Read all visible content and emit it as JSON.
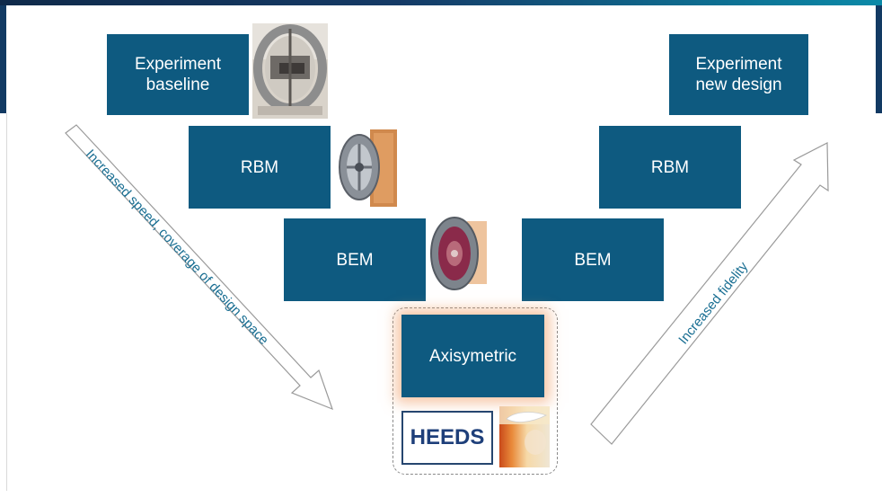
{
  "boxes": {
    "exp_baseline": "Experiment\nbaseline",
    "rbm_left": "RBM",
    "bem_left": "BEM",
    "axisymmetric": "Axisymetric",
    "bem_right": "BEM",
    "rbm_right": "RBM",
    "exp_new": "Experiment\nnew design"
  },
  "arrows": {
    "left": "Increased speed, coverage of design space",
    "right": "Increased fidelity"
  },
  "heeds_logo": "HEEDS",
  "colors": {
    "box": "#0e5a80",
    "arrow_text": "#1a6f93",
    "glow": "#ee965a"
  }
}
